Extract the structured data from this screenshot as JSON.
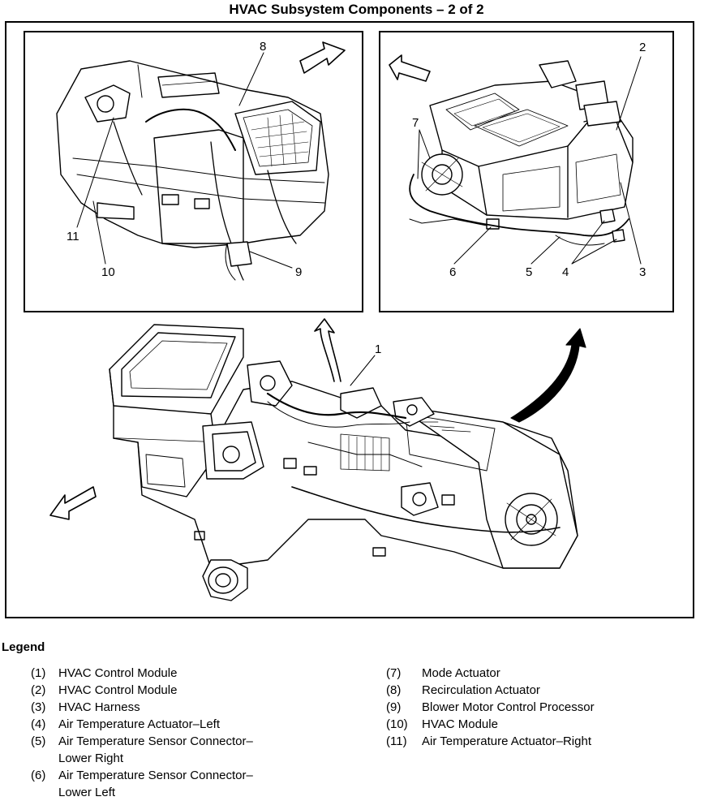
{
  "title": "HVAC Subsystem Components – 2 of 2",
  "callouts": {
    "c1": "1",
    "c2": "2",
    "c3": "3",
    "c4": "4",
    "c5": "5",
    "c6": "6",
    "c7": "7",
    "c8": "8",
    "c9": "9",
    "c10": "10",
    "c11": "11"
  },
  "legend": {
    "title": "Legend",
    "left": [
      {
        "num": "(1)",
        "text": "HVAC Control Module"
      },
      {
        "num": "(2)",
        "text": "HVAC Control Module"
      },
      {
        "num": "(3)",
        "text": "HVAC Harness"
      },
      {
        "num": "(4)",
        "text": "Air Temperature Actuator–Left"
      },
      {
        "num": "(5)",
        "text": "Air Temperature Sensor Connector–\nLower Right"
      },
      {
        "num": "(6)",
        "text": "Air Temperature Sensor Connector–\nLower Left"
      }
    ],
    "right": [
      {
        "num": "(7)",
        "text": "Mode Actuator"
      },
      {
        "num": "(8)",
        "text": "Recirculation Actuator"
      },
      {
        "num": "(9)",
        "text": "Blower Motor Control Processor"
      },
      {
        "num": "(10)",
        "text": "HVAC Module"
      },
      {
        "num": "(11)",
        "text": "Air Temperature Actuator–Right"
      }
    ]
  }
}
